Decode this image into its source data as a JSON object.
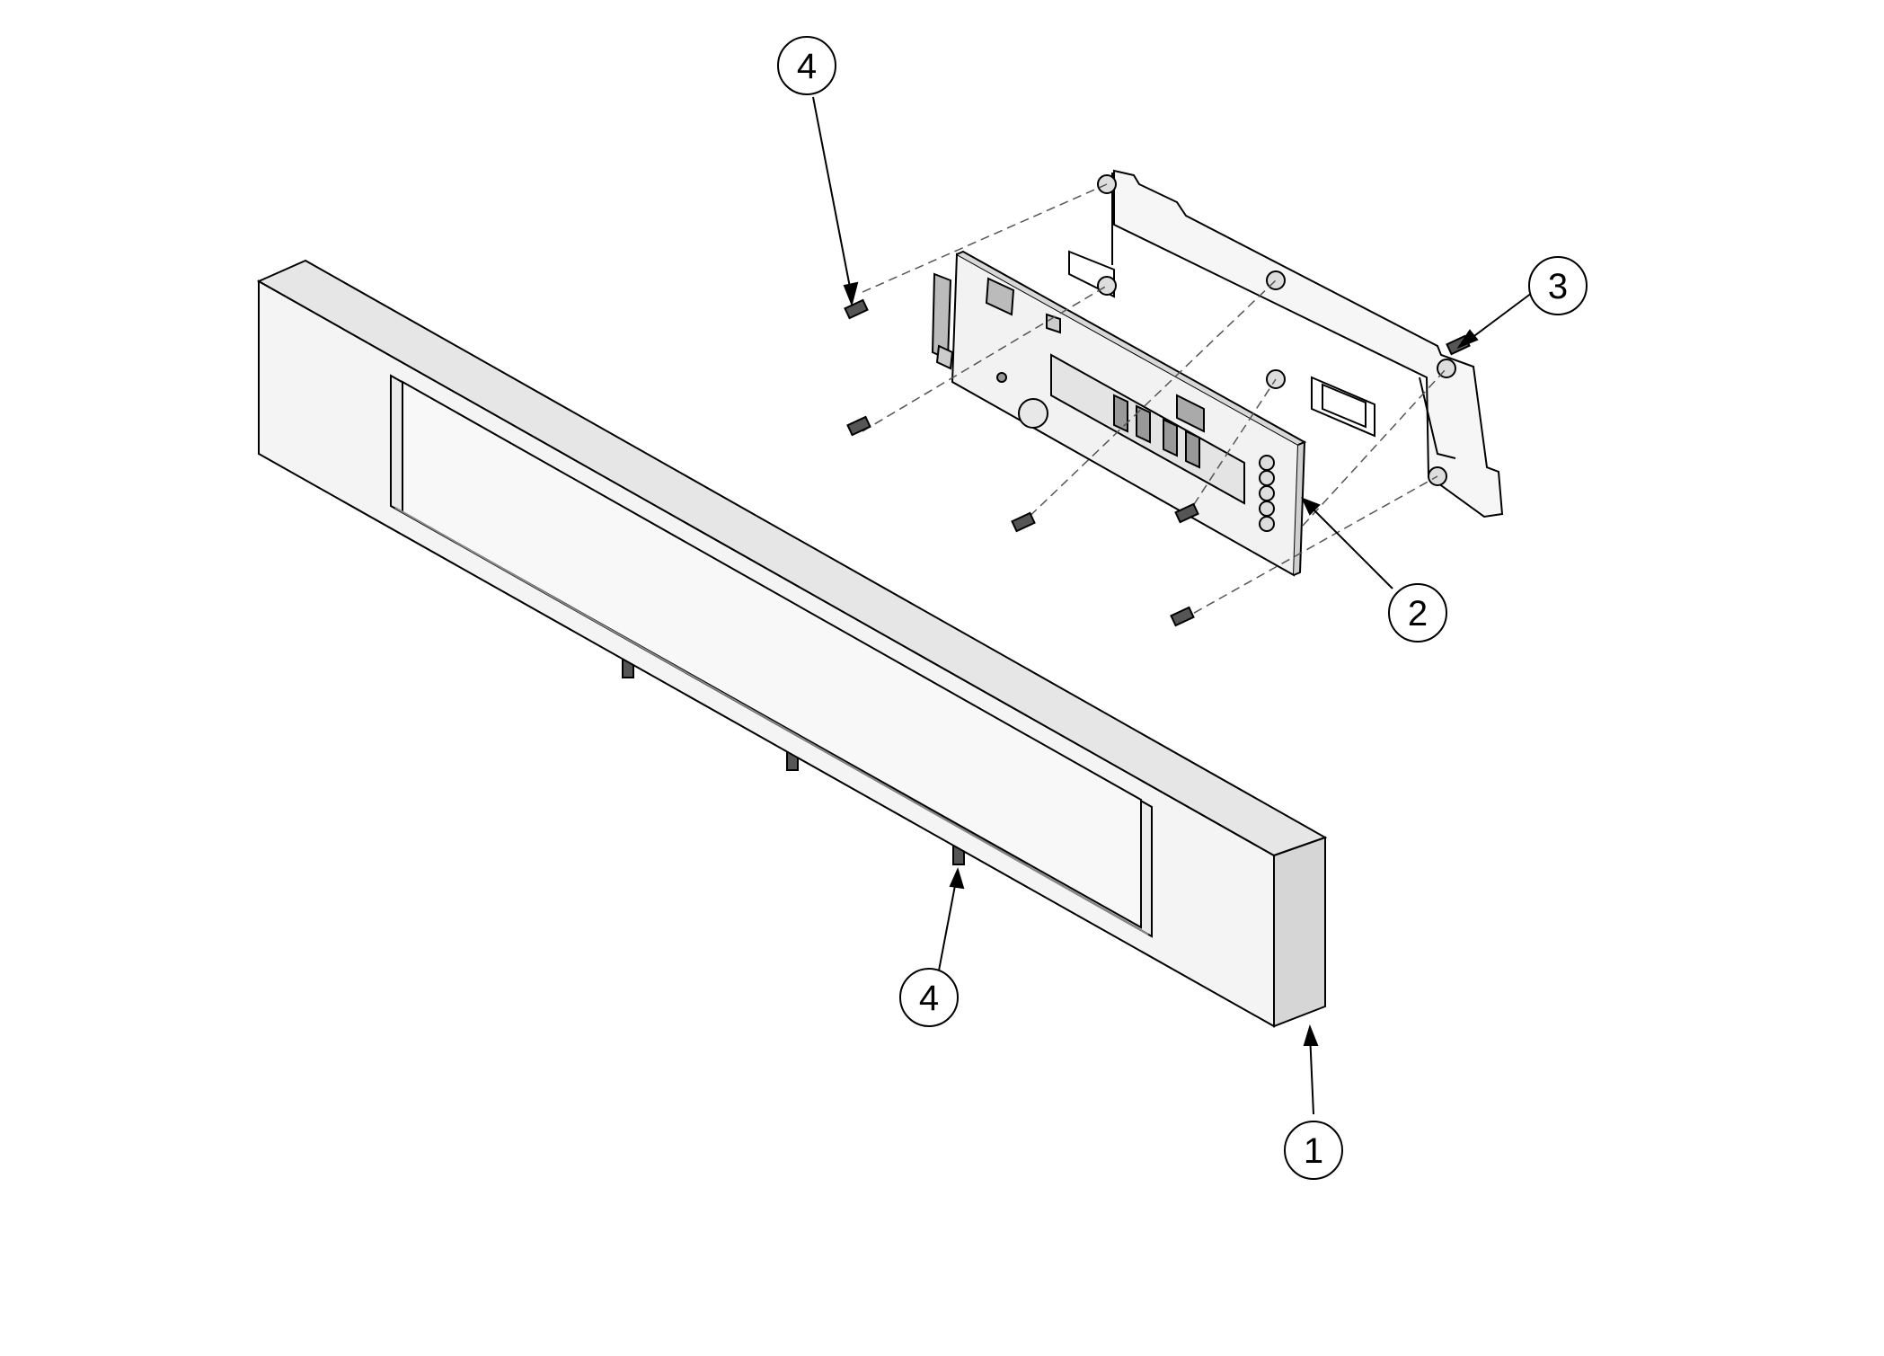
{
  "callouts": [
    {
      "id": "c4top",
      "label": "4"
    },
    {
      "id": "c3",
      "label": "3"
    },
    {
      "id": "c2",
      "label": "2"
    },
    {
      "id": "c4bottom",
      "label": "4"
    },
    {
      "id": "c1",
      "label": "1"
    }
  ],
  "colors": {
    "line": "#000000",
    "fill_light": "#f4f4f4",
    "fill_mid": "#d8d8d8",
    "background": "#ffffff"
  }
}
